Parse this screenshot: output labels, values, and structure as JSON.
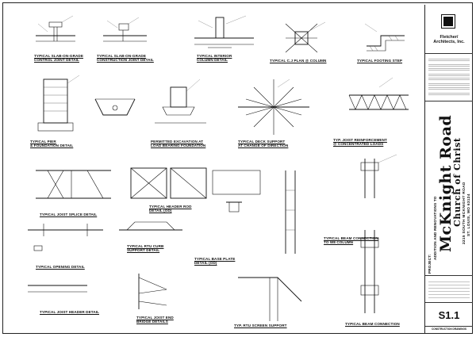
{
  "details": [
    {
      "id": "d1",
      "caption": "TYPICAL SLAB-ON-GRADE\nCONTROL JOINT DETAIL"
    },
    {
      "id": "d2",
      "caption": "TYPICAL SLAB-ON-GRADE\nCONSTRUCTION JOINT DETAIL"
    },
    {
      "id": "d3",
      "caption": "TYPICAL INTERIOR\nCOLUMN DETAIL"
    },
    {
      "id": "d4",
      "caption": "TYPICAL C.J PLAN @ COLUMN"
    },
    {
      "id": "d5",
      "caption": "TYPICAL FOOTING STEP"
    },
    {
      "id": "d6",
      "caption": "TYPICAL PIER\n& FOUNDATION DETAIL"
    },
    {
      "id": "d7",
      "caption": "PERMITTED EXCAVATION AT\nLOAD BEARING FOUNDATION"
    },
    {
      "id": "d8",
      "caption": "TYPICAL DECK SUPPORT\nAT CHANGE OF DIRECTION"
    },
    {
      "id": "d9",
      "caption": "TYP. JOIST REINFORCEMENT\n@ CONCENTRATED LOADS"
    },
    {
      "id": "d10",
      "caption": "TYPICAL JOIST SPLICE DETAIL"
    },
    {
      "id": "d11",
      "caption": "TYPICAL HEADER ROD\nDETAIL (OD)"
    },
    {
      "id": "d12",
      "caption": "TYPICAL OPENING DETAIL"
    },
    {
      "id": "d13",
      "caption": "TYPICAL RTU CURB\nSUPPORT DETAIL"
    },
    {
      "id": "d14",
      "caption": "TYPICAL BASE PLATE\nDETAIL (OD)"
    },
    {
      "id": "d15",
      "caption": "TYPICAL BEAM CONNECTION\nTO W8 COLUMN"
    },
    {
      "id": "d16",
      "caption": "TYPICAL JOIST HEADER DETAIL"
    },
    {
      "id": "d17",
      "caption": "TYPICAL JOIST END\nBRIDGE DETAILS"
    },
    {
      "id": "d18",
      "caption": "TYP. RTU SCREEN SUPPORT"
    },
    {
      "id": "d19",
      "caption": "TYPICAL BEAM CONNECTION"
    }
  ],
  "title_block": {
    "firm_name": "Fletcher/\nArchitects, Inc.",
    "project_label": "PROJECT:",
    "project_line": "ADDITION AND RENOVATIONS TO",
    "project_name": "McKnight Road",
    "project_sub": "Church of Christ",
    "address": "2215 SOUTH MCKNIGHT ROAD",
    "city": "ST. LOUIS, MO 63124",
    "sheet_number": "S1.1",
    "stamp_note": "CONSTRUCTION DRAWINGS"
  }
}
